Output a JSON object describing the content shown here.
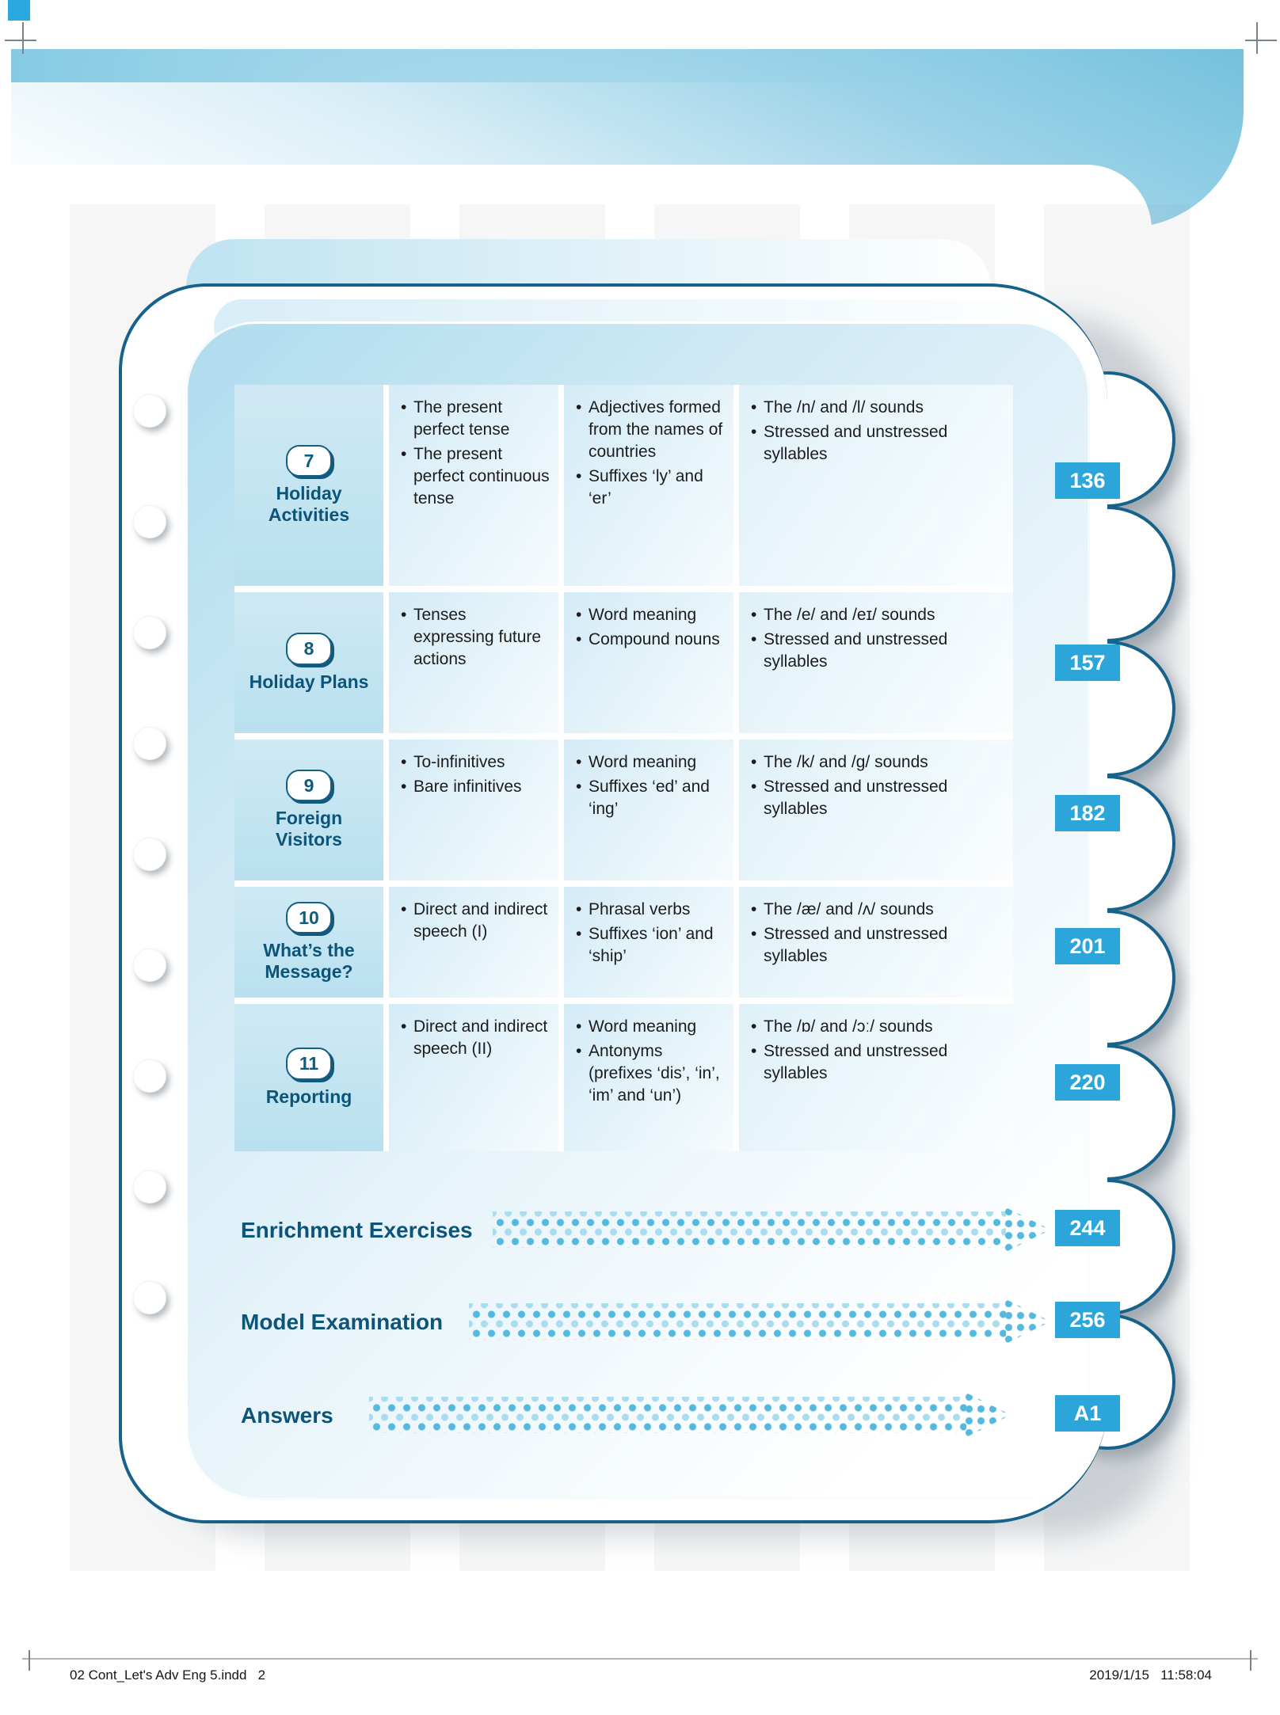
{
  "page": {
    "footer_left": "02 Cont_Let's Adv Eng 5.indd   2",
    "footer_right": "2019/1/15   11:58:04"
  },
  "colors": {
    "accent_blue": "#2ca6da",
    "card_border": "#16628a",
    "heading_teal": "#0d5578",
    "cell_blue": "#cfe8f4"
  },
  "toc": {
    "units": [
      {
        "number": "7",
        "title": "Holiday Activities",
        "grammar": [
          "The present perfect tense",
          "The present perfect continuous tense"
        ],
        "vocabulary": [
          "Adjectives formed from the names of countries",
          "Suffixes ‘ly’ and ‘er’"
        ],
        "sounds": [
          "The /n/ and /l/ sounds",
          "Stressed and unstressed syllables"
        ],
        "page": "136"
      },
      {
        "number": "8",
        "title": "Holiday Plans",
        "grammar": [
          "Tenses expressing future actions"
        ],
        "vocabulary": [
          "Word meaning",
          "Compound nouns"
        ],
        "sounds": [
          "The /e/ and /eɪ/ sounds",
          "Stressed and unstressed syllables"
        ],
        "page": "157"
      },
      {
        "number": "9",
        "title": "Foreign Visitors",
        "grammar": [
          "To-infinitives",
          "Bare infinitives"
        ],
        "vocabulary": [
          "Word meaning",
          "Suffixes ‘ed’ and ‘ing’"
        ],
        "sounds": [
          "The /k/ and /g/ sounds",
          "Stressed and unstressed syllables"
        ],
        "page": "182"
      },
      {
        "number": "10",
        "title": "What’s the Message?",
        "grammar": [
          "Direct and indirect speech (I)"
        ],
        "vocabulary": [
          "Phrasal verbs",
          "Suffixes ‘ion’ and ‘ship’"
        ],
        "sounds": [
          "The /æ/ and /ʌ/ sounds",
          "Stressed and unstressed syllables"
        ],
        "page": "201"
      },
      {
        "number": "11",
        "title": "Reporting",
        "grammar": [
          "Direct and indirect speech (II)"
        ],
        "vocabulary": [
          "Word meaning",
          "Antonyms (prefixes ‘dis’, ‘in’, ‘im’ and ‘un’)"
        ],
        "sounds": [
          "The /ɒ/ and /ɔː/ sounds",
          "Stressed and unstressed syllables"
        ],
        "page": "220"
      }
    ],
    "extras": [
      {
        "label": "Enrichment Exercises",
        "page": "244"
      },
      {
        "label": "Model Examination",
        "page": "256"
      },
      {
        "label": "Answers",
        "page": "A1"
      }
    ]
  }
}
